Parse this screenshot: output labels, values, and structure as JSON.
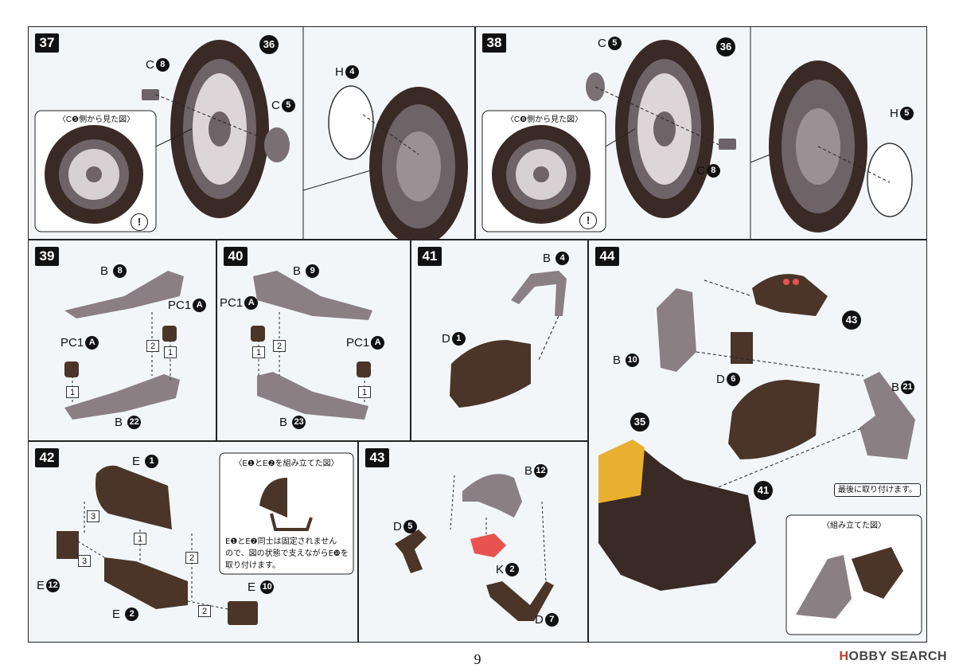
{
  "page_number": "9",
  "watermark": {
    "brand_h": "H",
    "brand_rest": "OBBY SEARCH"
  },
  "steps": {
    "s37": {
      "num": "37",
      "note_title": "〈C❺側から見た図〉",
      "l36": "36",
      "l_c8": "C",
      "l_c8_n": "8",
      "l_c5": "C",
      "l_c5_n": "5",
      "l_h4": "H",
      "l_h4_n": "4",
      "warn": "!"
    },
    "s38": {
      "num": "38",
      "note_title": "〈C❽側から見た図〉",
      "l36": "36",
      "l_c5": "C",
      "l_c5_n": "5",
      "l_c8": "C",
      "l_c8_n": "8",
      "l_h5": "H",
      "l_h5_n": "5",
      "warn": "!"
    },
    "s39": {
      "num": "39",
      "b8": "B",
      "b8_n": "8",
      "pc1a": "PC1",
      "pc1a_n": "A",
      "pc1b": "PC1",
      "pc1b_n": "A",
      "b22": "B",
      "b22_n": "22",
      "n1": "1",
      "n2": "2",
      "n3": "1"
    },
    "s40": {
      "num": "40",
      "b9": "B",
      "b9_n": "9",
      "pc1a": "PC1",
      "pc1a_n": "A",
      "pc1b": "PC1",
      "pc1b_n": "A",
      "b23": "B",
      "b23_n": "23",
      "n1": "1",
      "n2": "2",
      "n3": "1"
    },
    "s41": {
      "num": "41",
      "b4": "B",
      "b4_n": "4",
      "d1": "D",
      "d1_n": "1"
    },
    "s42": {
      "num": "42",
      "e1": "E",
      "e1_n": "1",
      "e2": "E",
      "e2_n": "2",
      "e10": "E",
      "e10_n": "10",
      "e12": "E",
      "e12_n": "12",
      "note_title": "〈E❶とE❷を組み立てた図〉",
      "note_text_1": "E❶とE❷同士は固定されません",
      "note_text_2": "ので、図の状態で支えながらE❿を",
      "note_text_3": "取り付けます。",
      "n3a": "3",
      "n3b": "3",
      "n1": "1",
      "n2a": "2",
      "n2b": "2"
    },
    "s43": {
      "num": "43",
      "b12": "B",
      "b12_n": "12",
      "d5": "D",
      "d5_n": "5",
      "k2": "K",
      "k2_n": "2",
      "d7": "D",
      "d7_n": "7"
    },
    "s44": {
      "num": "44",
      "b10": "B",
      "b10_n": "10",
      "d6": "D",
      "d6_n": "6",
      "b21": "B",
      "b21_n": "21",
      "ref43": "43",
      "ref41": "41",
      "ref35": "35",
      "callout": "最後に取り付けます。",
      "inset_title": "〈組み立てた図〉"
    }
  },
  "colors": {
    "tire": "#3a2a26",
    "rim": "#6e6367",
    "frame": "#8a7f83",
    "brown": "#4a3528",
    "highlight": "#e8534f",
    "yellow": "#e8b030",
    "panel_bg": "#f2f6f8"
  }
}
